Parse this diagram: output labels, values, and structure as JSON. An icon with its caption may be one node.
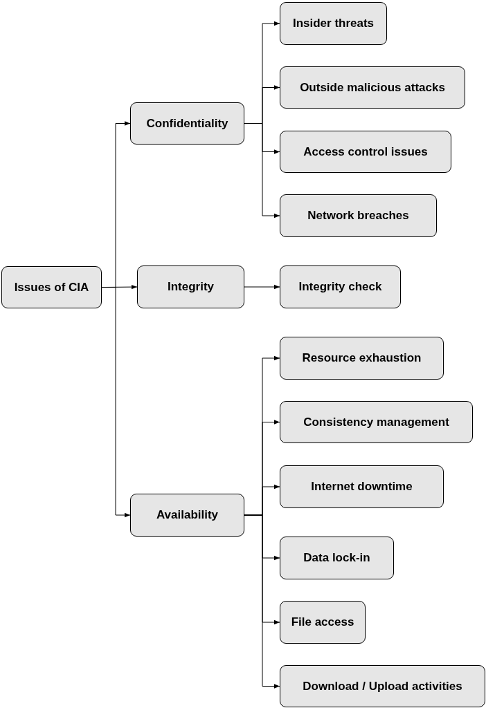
{
  "diagram": {
    "nodes": [
      {
        "text": [
          "Issues of CIA"
        ]
      },
      {
        "text": [
          "Confidentiality"
        ]
      },
      {
        "text": [
          "Integrity"
        ]
      },
      {
        "text": [
          "Availability"
        ]
      },
      {
        "text": [
          "Insider threats"
        ]
      },
      {
        "text": [
          "Outside malicious attacks"
        ]
      },
      {
        "text": [
          "Access control issues"
        ]
      },
      {
        "text": [
          "Network breaches"
        ]
      },
      {
        "text": [
          "Integrity check"
        ]
      },
      {
        "text": [
          "Resource exhaustion"
        ]
      },
      {
        "text": [
          "Consistency management"
        ]
      },
      {
        "text": [
          "Internet downtime"
        ]
      },
      {
        "text": [
          "Data lock-in"
        ]
      },
      {
        "text": [
          "File access"
        ]
      },
      {
        "text": [
          "Download / Upload activities"
        ]
      }
    ],
    "edges": [
      {
        "from": 0,
        "to": 1,
        "arrow": "to"
      },
      {
        "from": 0,
        "to": 2,
        "arrow": "to"
      },
      {
        "from": 0,
        "to": 3,
        "arrow": "to"
      },
      {
        "from": 1,
        "to": 4,
        "arrow": "to"
      },
      {
        "from": 1,
        "to": 5,
        "arrow": "to"
      },
      {
        "from": 1,
        "to": 6,
        "arrow": "to"
      },
      {
        "from": 1,
        "to": 7,
        "arrow": "to"
      },
      {
        "from": 2,
        "to": 8,
        "arrow": "to"
      },
      {
        "from": 3,
        "to": 9,
        "arrow": "to"
      },
      {
        "from": 3,
        "to": 10,
        "arrow": "to"
      },
      {
        "from": 3,
        "to": 11,
        "arrow": "to"
      },
      {
        "from": 3,
        "to": 12,
        "arrow": "to"
      },
      {
        "from": 3,
        "to": 13,
        "arrow": "to"
      },
      {
        "from": 3,
        "to": 14,
        "arrow": "to"
      }
    ]
  }
}
